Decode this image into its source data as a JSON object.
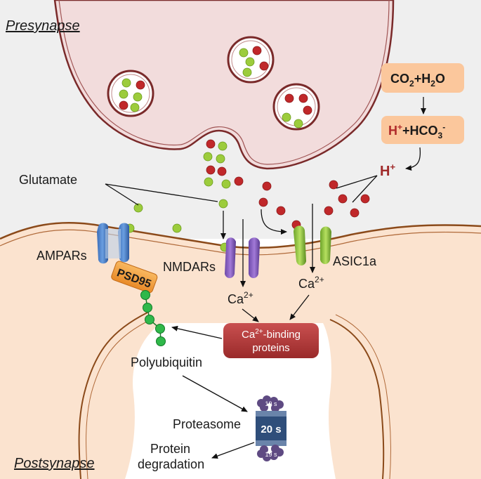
{
  "labels": {
    "presynapse": "Presynapse",
    "postsynapse": "Postsynapse",
    "glutamate": "Glutamate",
    "ampars": "AMPARs",
    "nmdars": "NMDARs",
    "asic1a": "ASIC1a",
    "psd95": "PSD95",
    "ca_base": "Ca",
    "ca_sup": "2+",
    "binding_line1_base": "Ca",
    "binding_line1_sup": "2+",
    "binding_line1_rest": "-binding",
    "binding_line2": "proteins",
    "polyubiquitin": "Polyubiquitin",
    "proteasome": "Proteasome",
    "proteasome_core": "20 s",
    "proteasome_cap": "19 s",
    "protein_deg_line1": "Protein",
    "protein_deg_line2": "degradation"
  },
  "chem": {
    "co2": "CO",
    "co2_sub": "2",
    "plus_h2o": "+H",
    "h2o_sub": "2",
    "o": "O",
    "h": "H",
    "h_sup": "+",
    "hco3": "+HCO",
    "hco3_sub": "3",
    "hco3_sup": "-",
    "proton": "H",
    "proton_sup": "+"
  },
  "colors": {
    "presynapse_bg": "#efefef",
    "terminal_fill": "#f2dcdc",
    "terminal_stroke": "#7a2a2a",
    "post_fill": "#fbe3cf",
    "post_stroke": "#8b4a1a",
    "glutamate": "#9ccc3c",
    "proton": "#c0282a",
    "ampar": "#4a7fc8",
    "nmdar": "#8a5cbf",
    "asic": "#8cc43c",
    "psd95": "#f3a040",
    "ubiquitin": "#2fb84a",
    "binding_box": "#b23a3a",
    "chem_box": "#fbc79c",
    "proteasome_core": "#2f4e7a",
    "proteasome_cap": "#5e4a82"
  }
}
